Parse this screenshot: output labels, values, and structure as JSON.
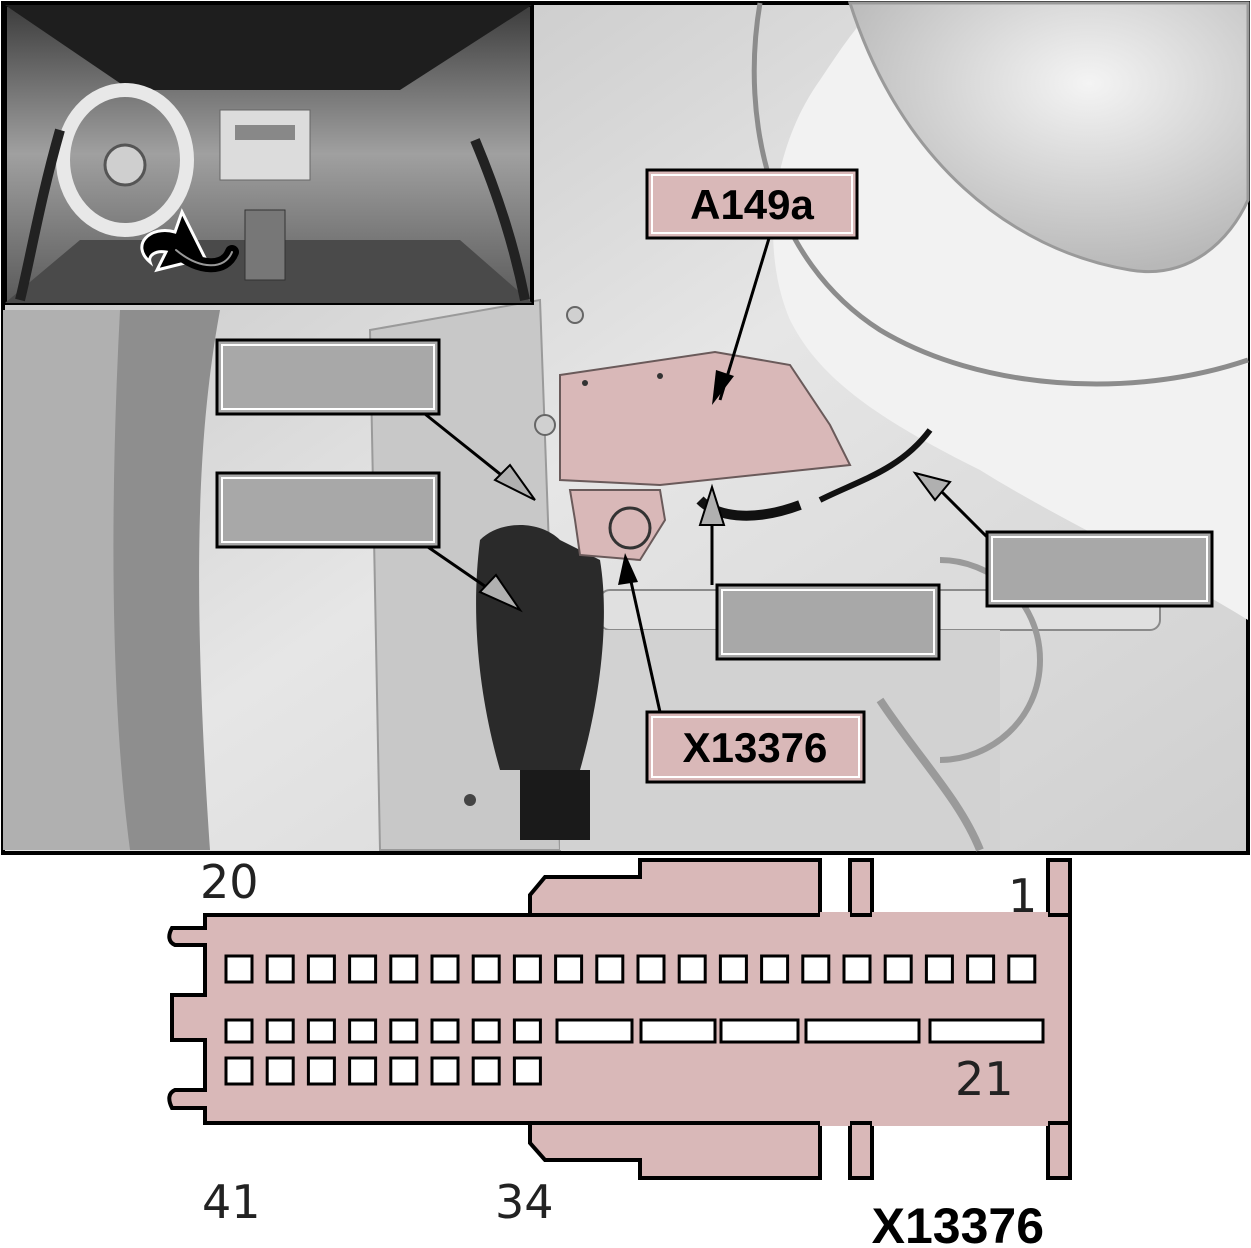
{
  "photo": {
    "inset_description_icon": "steering-wheel-location-arrow-icon",
    "callouts": {
      "module": "A149a",
      "connector": "X13376"
    },
    "blank_callout_count": 4
  },
  "connector_diagram": {
    "title": "X13376",
    "pin_labels": {
      "top_left": "20",
      "top_right": "1",
      "row_right": "21",
      "bottom_left": "41",
      "bottom_mid": "34"
    }
  },
  "colors": {
    "highlight_pink": "#d9b8b8",
    "callout_grey": "#a8a8a8",
    "photo_bg": "#d8d8d8"
  }
}
